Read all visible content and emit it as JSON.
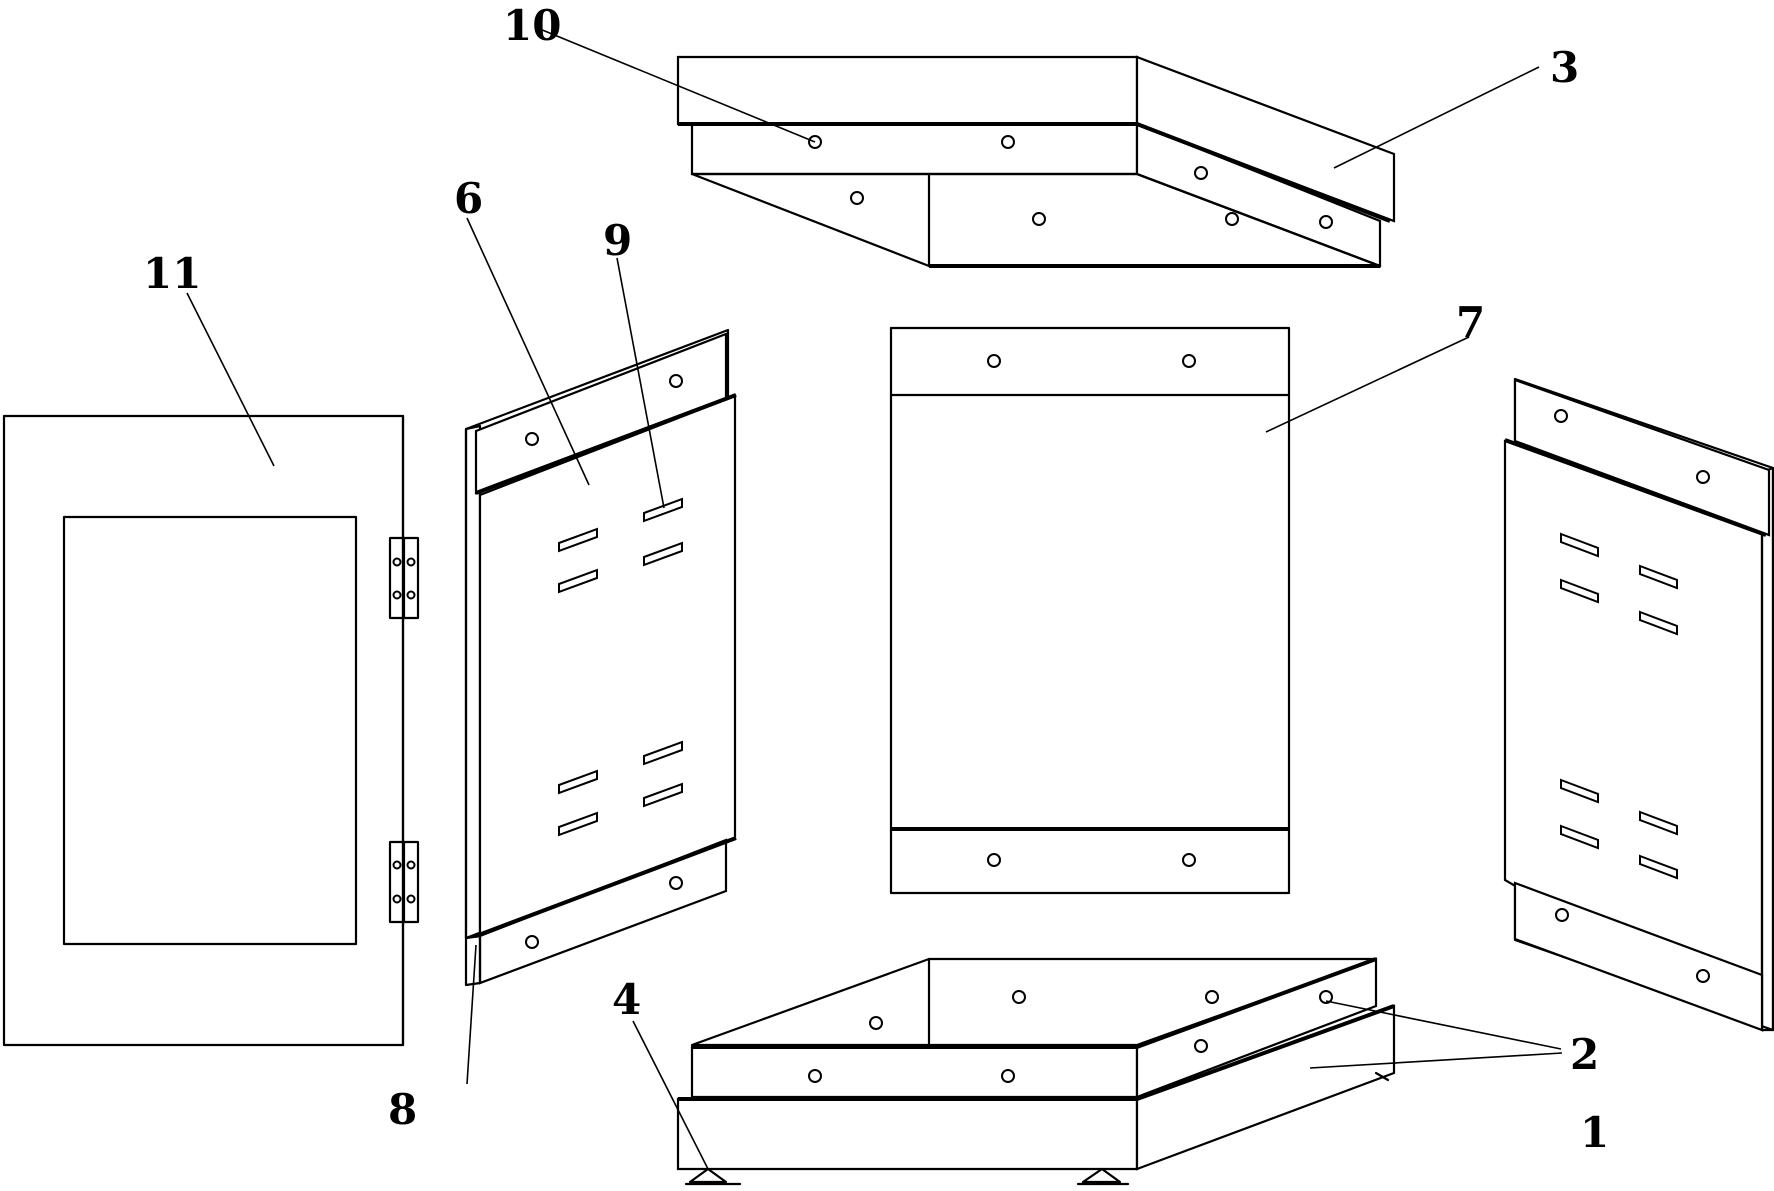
{
  "labels": {
    "l1": "1",
    "l2": "2",
    "l3": "3",
    "l4": "4",
    "l6": "6",
    "l7": "7",
    "l8": "8",
    "l9": "9",
    "l10": "10",
    "l11": "11"
  }
}
